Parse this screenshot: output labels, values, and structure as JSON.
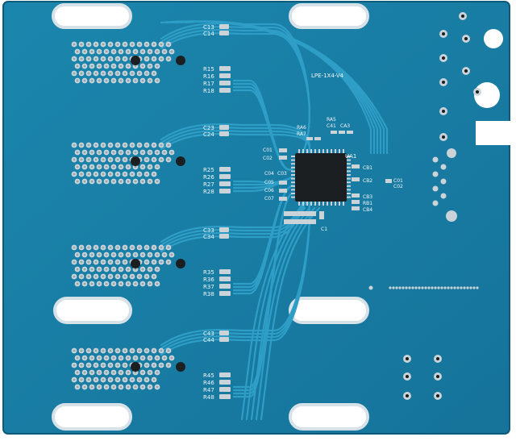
{
  "board": {
    "colors": {
      "substrate": "#1a7fa6",
      "substrate_dark": "#14698c",
      "trace": "#2d9bc4",
      "pad": "#c9d3d8",
      "hole": "#ffffff",
      "silkscreen": "#f2f6f8",
      "ic": "#1c1f22",
      "edge": "#0f5a78"
    },
    "title_label": "LPE-1X4-V4",
    "chip_label": "UA1",
    "channels": [
      {
        "caps": [
          "C13",
          "C14"
        ],
        "resistors": [
          "R15",
          "R16",
          "R17",
          "R18"
        ]
      },
      {
        "caps": [
          "C23",
          "C24"
        ],
        "resistors": [
          "R25",
          "R26",
          "R27",
          "R28"
        ]
      },
      {
        "caps": [
          "C33",
          "C34"
        ],
        "resistors": [
          "R35",
          "R36",
          "R37",
          "R38"
        ]
      },
      {
        "caps": [
          "C43",
          "C44"
        ],
        "resistors": [
          "R45",
          "R46",
          "R47",
          "R48"
        ]
      }
    ],
    "chip_left_labels": [
      "C01",
      "C02",
      "C03",
      "C04",
      "C05",
      "C06",
      "C07"
    ],
    "chip_right_labels": [
      "CB1",
      "CB2",
      "CB3",
      "RB1",
      "CB4"
    ],
    "top_labels": [
      "RA5",
      "RA6",
      "RA7",
      "C41",
      "CA3"
    ],
    "right_caps": [
      "C01",
      "C02"
    ],
    "bottom_label": "C1",
    "icon_mounting_slot": "mounting-slot",
    "icon_via": "via"
  }
}
